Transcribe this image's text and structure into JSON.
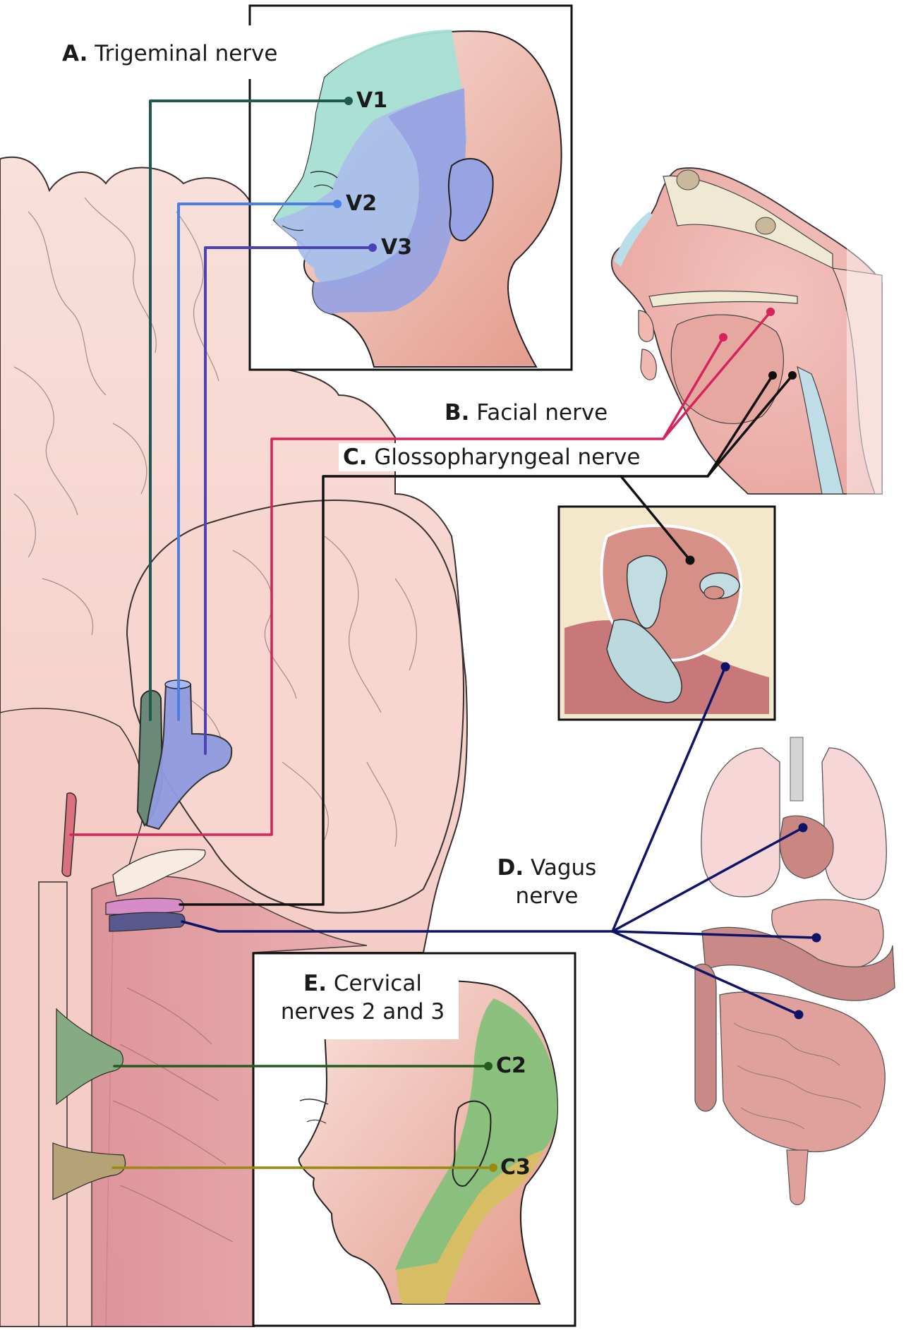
{
  "figure": {
    "description": "Anatomical illustration of cranial and cervical nerves and their sensory territories"
  },
  "panels": {
    "A": {
      "letter": "A.",
      "title": "Trigeminal nerve",
      "branches": [
        {
          "label": "V1",
          "color": "#1f5a50",
          "region_color": "#a8e0d6"
        },
        {
          "label": "V2",
          "color": "#4a7fe6",
          "region_color": "#a6c4e6"
        },
        {
          "label": "V3",
          "color": "#4a42b5",
          "region_color": "#9aa6e0"
        }
      ]
    },
    "B": {
      "letter": "B.",
      "title": "Facial nerve",
      "color": "#d6245a"
    },
    "C": {
      "letter": "C.",
      "title": "Glossopharyngeal nerve",
      "color": "#111111"
    },
    "D": {
      "letter": "D.",
      "title_line1": "Vagus",
      "title_line2": "nerve",
      "color": "#0d1468"
    },
    "E": {
      "letter": "E.",
      "title_line1": "Cervical",
      "title_line2": "nerves 2 and 3",
      "branches": [
        {
          "label": "C2",
          "color": "#245c1f",
          "region_color": "#86c07a"
        },
        {
          "label": "C3",
          "color": "#9a8a10",
          "region_color": "#d6c064"
        }
      ]
    }
  },
  "colors": {
    "skin_light": "#f7d9d3",
    "skin_mid": "#f0bdb3",
    "skin_dark": "#e09a8c",
    "brain": "#f6d3cc",
    "brain_dark": "#d99296",
    "organ": "#e2a0a0",
    "ear_blue": "#bfdde2",
    "bone": "#efe8d2",
    "outline": "#2a2a2a"
  }
}
